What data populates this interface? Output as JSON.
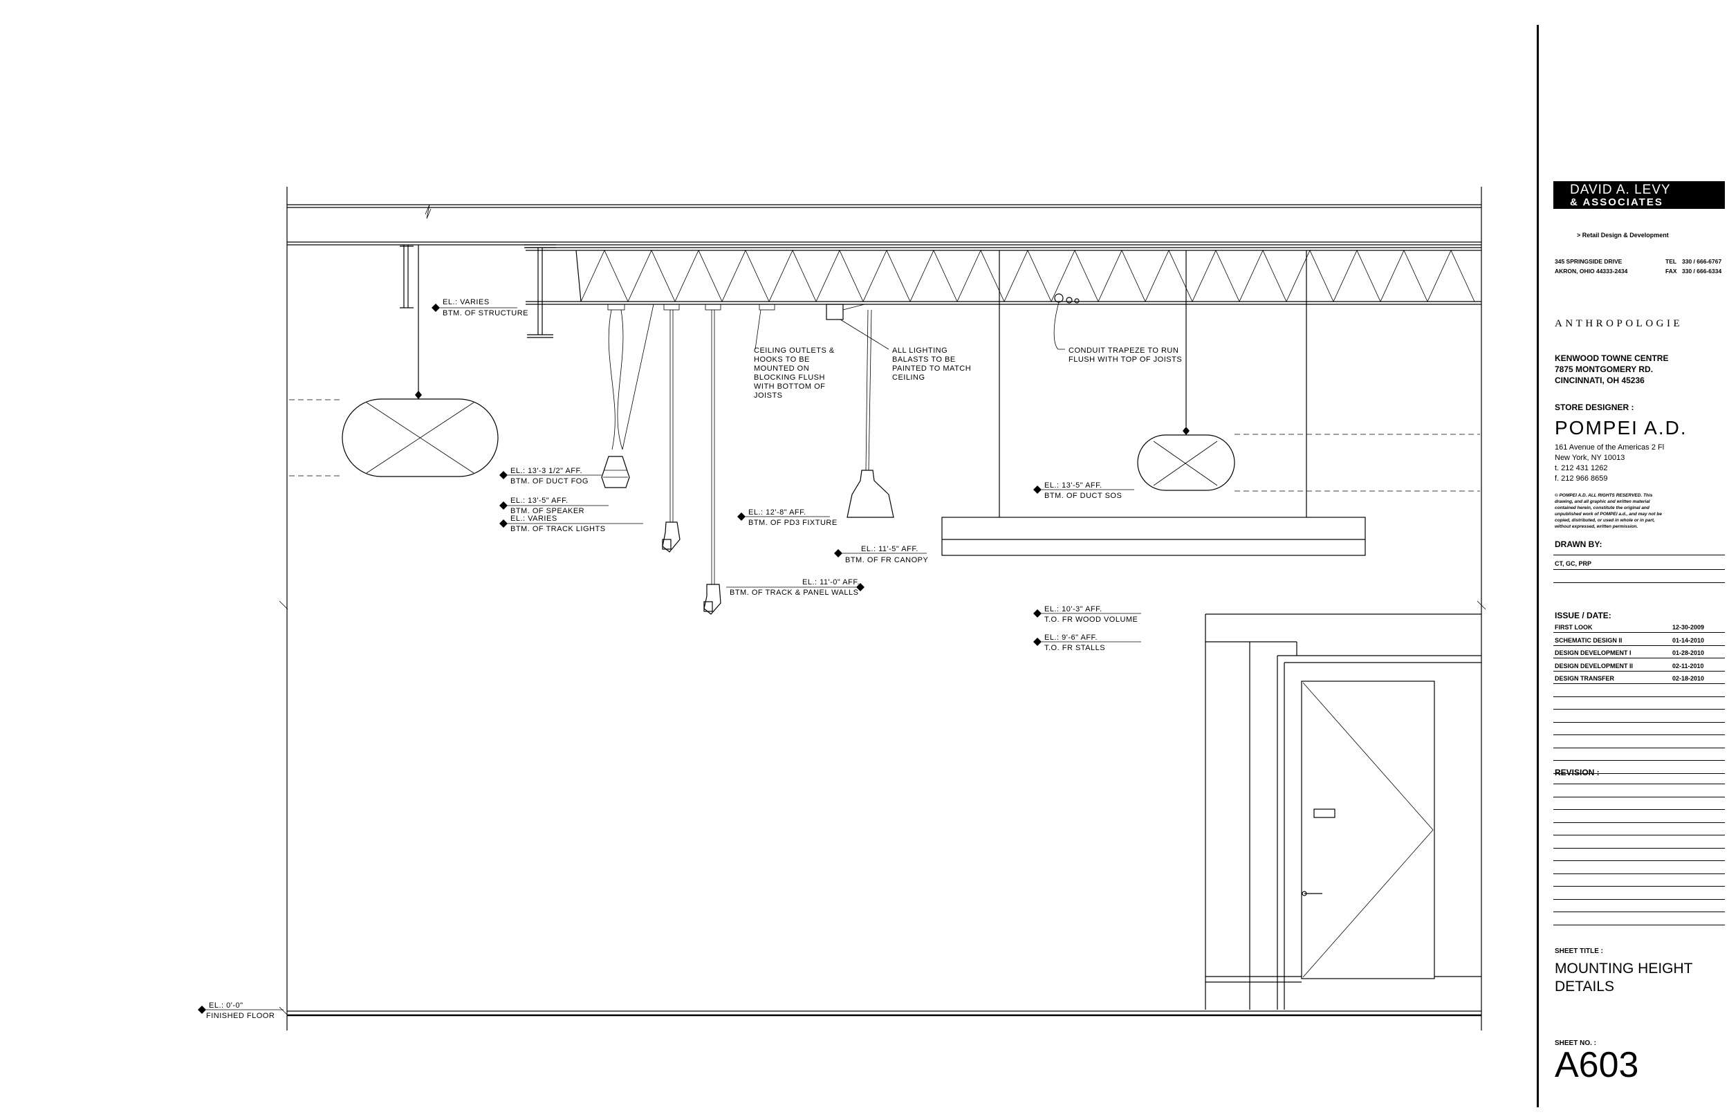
{
  "notes": {
    "varies_structure_1": "EL.: VARIES",
    "varies_structure_2": "BTM. OF STRUCTURE",
    "duct_fog_1": "EL.: 13'-3 1/2\" AFF.",
    "duct_fog_2": "BTM. OF DUCT FOG",
    "speaker_1": "EL.: 13'-5\" AFF.",
    "speaker_2": "BTM. OF SPEAKER",
    "track_1": "EL.: VARIES",
    "track_2": "BTM. OF TRACK LIGHTS",
    "outlets": [
      "CEILING OUTLETS &",
      "HOOKS TO BE",
      "MOUNTED ON",
      "BLOCKING FLUSH",
      "WITH BOTTOM OF",
      "JOISTS"
    ],
    "ballasts": [
      "ALL LIGHTING",
      "BALASTS TO BE",
      "PAINTED TO MATCH",
      "CEILING"
    ],
    "pd3_1": "EL.: 12'-8\" AFF.",
    "pd3_2": "BTM. OF PD3 FIXTURE",
    "canopy_1": "EL.: 11'-5\" AFF.",
    "canopy_2": "BTM. OF FR CANOPY",
    "panel_1": "EL.: 11'-0\" AFF.",
    "panel_2": "BTM. OF TRACK & PANEL WALLS",
    "conduit": [
      "CONDUIT TRAPEZE TO RUN",
      "FLUSH WITH TOP OF JOISTS"
    ],
    "duct_sos_1": "EL.: 13'-5\" AFF.",
    "duct_sos_2": "BTM. OF DUCT SOS",
    "wood_1": "EL.: 10'-3\" AFF.",
    "wood_2": "T.O. FR WOOD VOLUME",
    "stalls_1": "EL.: 9'-6\" AFF.",
    "stalls_2": "T.O. FR STALLS",
    "floor_1": "EL.: 0'-0\"",
    "floor_2": "FINISHED FLOOR"
  },
  "titleblock": {
    "firm_line1": "DAVID A. LEVY",
    "firm_line2": "& ASSOCIATES",
    "tagline": "> Retail Design & Development",
    "address1": "345 SPRINGSIDE DRIVE",
    "address2": "AKRON, OHIO 44333-2434",
    "tel_label": "TEL",
    "tel": "330 / 666-6767",
    "fax_label": "FAX",
    "fax": "330 / 666-6334",
    "client": "ANTHROPOLOGIE",
    "location": [
      "KENWOOD TOWNE CENTRE",
      "7875 MONTGOMERY RD.",
      "CINCINNATI, OH 45236"
    ],
    "store_designer_label": "STORE DESIGNER :",
    "designer_name": "POMPEI A.D.",
    "designer_info": [
      "161 Avenue of the Americas 2 Fl",
      "New York, NY 10013",
      "t. 212 431 1262",
      "f. 212 966 8659"
    ],
    "copyright": "© POMPEI A.D. ALL RIGHTS RESERVED. This drawing, and all graphic and written material contained herein, constitute the original and unpublished work of POMPEI a.d., and may not be copied, distributed, or used in whole or in part, without expressed, written permission.",
    "drawn_by_label": "DRAWN BY:",
    "drawn_by": "CT, GC, PRP",
    "issue_label": "ISSUE / DATE:",
    "issues": [
      {
        "name": "FIRST LOOK",
        "date": "12-30-2009"
      },
      {
        "name": "SCHEMATIC DESIGN II",
        "date": "01-14-2010"
      },
      {
        "name": "DESIGN DEVELOPMENT I",
        "date": "01-28-2010"
      },
      {
        "name": "DESIGN DEVELOPMENT II",
        "date": "02-11-2010"
      },
      {
        "name": "DESIGN TRANSFER",
        "date": "02-18-2010"
      }
    ],
    "revision_label": "REVISION :",
    "sheet_title_label": "SHEET TITLE :",
    "sheet_title": [
      "MOUNTING HEIGHT",
      "DETAILS"
    ],
    "sheet_no_label": "SHEET NO. :",
    "sheet_no": "A603"
  }
}
